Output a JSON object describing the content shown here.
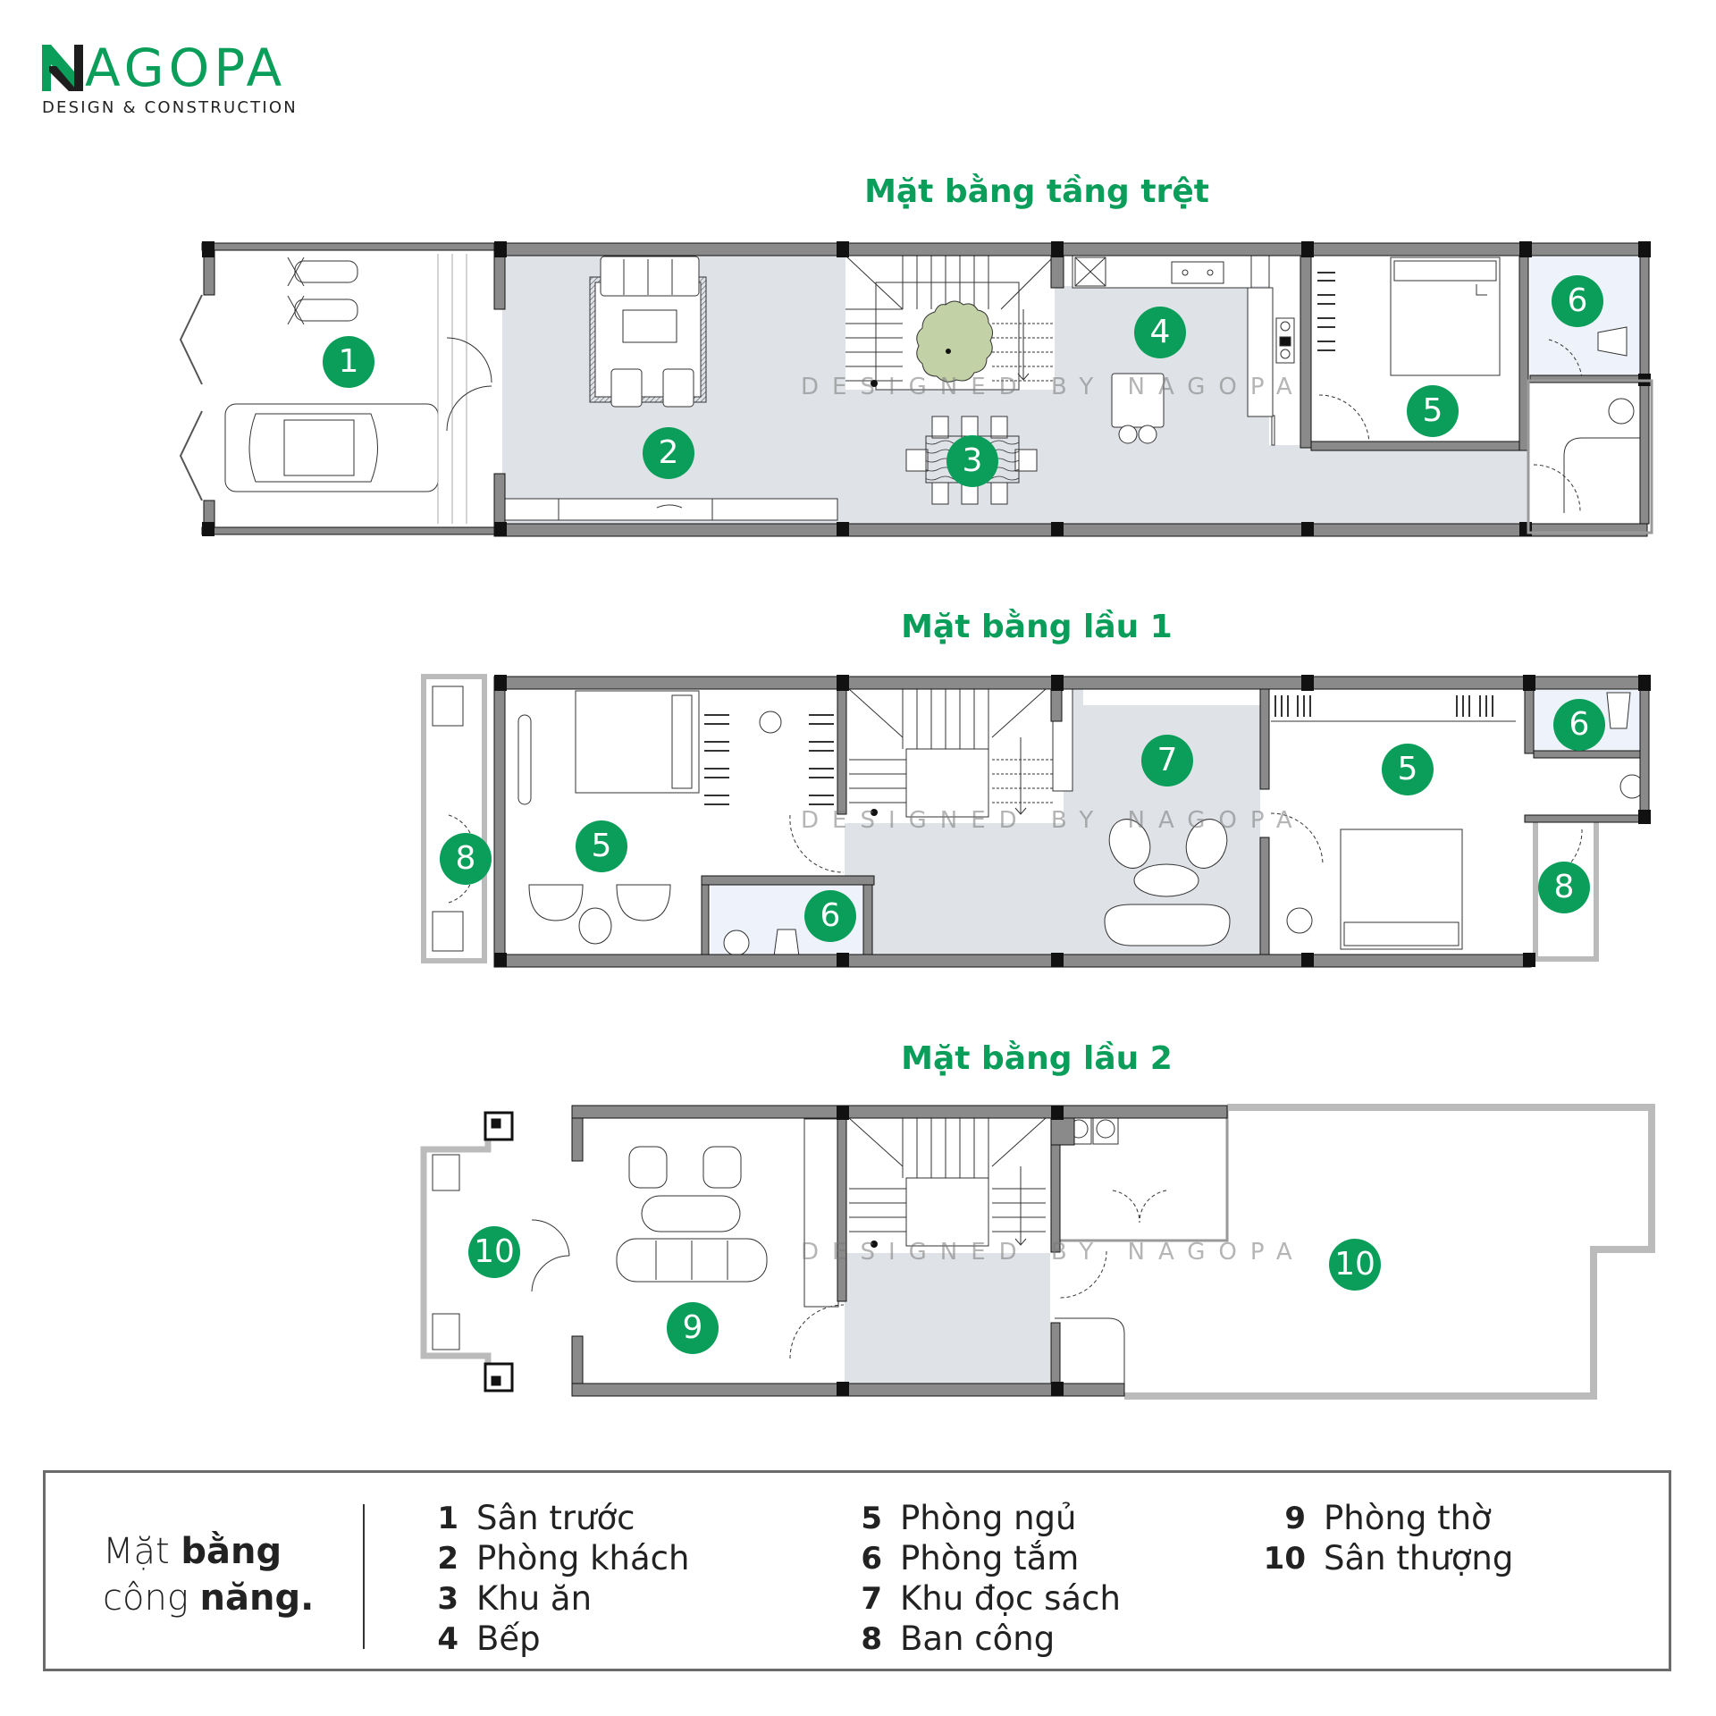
{
  "brand": {
    "name_first_letter": "N",
    "name_rest": "AGOPA",
    "tagline": "DESIGN & CONSTRUCTION",
    "accent_color": "#0a9e5a"
  },
  "floors": [
    {
      "title": "Mặt bằng tầng trệt",
      "watermark": "DESIGNED BY NAGOPA",
      "rooms": [
        {
          "id": "1",
          "label": "Sân trước"
        },
        {
          "id": "2",
          "label": "Phòng khách"
        },
        {
          "id": "3",
          "label": "Khu ăn"
        },
        {
          "id": "4",
          "label": "Bếp"
        },
        {
          "id": "5",
          "label": "Phòng ngủ"
        },
        {
          "id": "6",
          "label": "Phòng tắm"
        }
      ]
    },
    {
      "title": "Mặt bằng lầu 1",
      "watermark": "DESIGNED BY NAGOPA",
      "rooms": [
        {
          "id": "8",
          "label": "Ban công"
        },
        {
          "id": "5",
          "label": "Phòng ngủ"
        },
        {
          "id": "6",
          "label": "Phòng tắm"
        },
        {
          "id": "7",
          "label": "Khu đọc sách"
        },
        {
          "id": "5",
          "label": "Phòng ngủ"
        },
        {
          "id": "6",
          "label": "Phòng tắm"
        },
        {
          "id": "8",
          "label": "Ban công"
        }
      ]
    },
    {
      "title": "Mặt bằng lầu 2",
      "watermark": "DESIGNED BY NAGOPA",
      "rooms": [
        {
          "id": "10",
          "label": "Sân thượng"
        },
        {
          "id": "9",
          "label": "Phòng thờ"
        },
        {
          "id": "10",
          "label": "Sân thượng"
        }
      ]
    }
  ],
  "legend": {
    "title_light_1": "Mặt ",
    "title_bold_1": "bằng",
    "title_light_2": "công ",
    "title_bold_2": "năng.",
    "columns": [
      [
        {
          "num": "1",
          "label": "Sân trước"
        },
        {
          "num": "2",
          "label": "Phòng khách"
        },
        {
          "num": "3",
          "label": "Khu ăn"
        },
        {
          "num": "4",
          "label": "Bếp"
        }
      ],
      [
        {
          "num": "5",
          "label": "Phòng ngủ"
        },
        {
          "num": "6",
          "label": "Phòng tắm"
        },
        {
          "num": "7",
          "label": "Khu đọc sách"
        },
        {
          "num": "8",
          "label": "Ban công"
        }
      ],
      [
        {
          "num": "9",
          "label": "Phòng thờ"
        },
        {
          "num": "10",
          "label": "Sân thượng"
        }
      ]
    ]
  },
  "colors": {
    "badge": "#0a9e5a",
    "wall": "#8a8a8a",
    "column": "#111111",
    "floor_shade": "#dfe2e7",
    "bath_shade": "#eef3fb",
    "tree": "#c3d1a6"
  }
}
